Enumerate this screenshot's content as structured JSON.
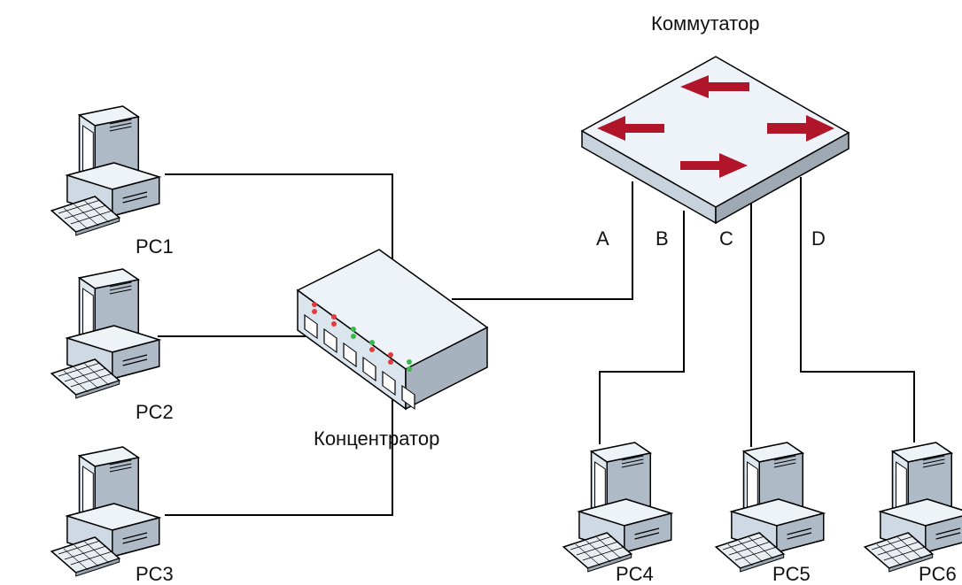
{
  "switch": {
    "label": "Коммутатор"
  },
  "hub": {
    "label": "Концентратор"
  },
  "pcs": [
    {
      "id": "pc1",
      "label": "PC1"
    },
    {
      "id": "pc2",
      "label": "PC2"
    },
    {
      "id": "pc3",
      "label": "PC3"
    },
    {
      "id": "pc4",
      "label": "PC4"
    },
    {
      "id": "pc5",
      "label": "PC5"
    },
    {
      "id": "pc6",
      "label": "PC6"
    }
  ],
  "ports": [
    {
      "id": "A",
      "label": "A"
    },
    {
      "id": "B",
      "label": "B"
    },
    {
      "id": "C",
      "label": "C"
    },
    {
      "id": "D",
      "label": "D"
    }
  ],
  "colors": {
    "line": "#000000",
    "arrow": "#b0152a",
    "device_fill": "#e3edf7",
    "device_dark": "#7d8a96"
  }
}
